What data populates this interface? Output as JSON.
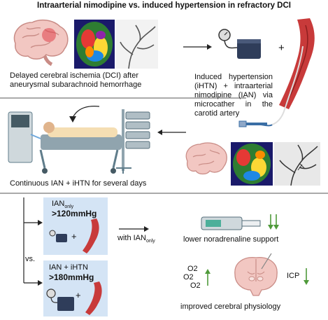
{
  "title": "Intraarterial nimodipine vs. induced hypertension in refractory DCI",
  "dci_caption": "Delayed cerebral ischemia (DCI) after aneurysmal subarachnoid hemorrhage",
  "treatment_caption": "Induced hypertension (iHTN) + intraarterial nimodipine (IAN) via microcather in the carotid artery",
  "plus_symbol": "+",
  "continuous_caption": "Continuous IAN + iHTN for several days",
  "box1": {
    "label_main": "IAN",
    "label_sub": "only",
    "threshold": ">120mmHg"
  },
  "box2": {
    "label": "IAN + iHTN",
    "threshold": ">180mmHg"
  },
  "vs_label": "vs.",
  "with_label": {
    "main": "with IAN",
    "sub": "only"
  },
  "noradrenaline_caption": "lower noradrenaline support",
  "o2_labels": [
    "O2",
    "O2",
    "O2"
  ],
  "icp_label": "ICP",
  "physiology_caption": "improved cerebral physiology",
  "colors": {
    "box": "#d4e4f5",
    "arrow_up": "#4f9a3a",
    "arrow_down": "#4f9a3a",
    "vessel": "#c83a3a",
    "brain": "#f2c7c2"
  }
}
